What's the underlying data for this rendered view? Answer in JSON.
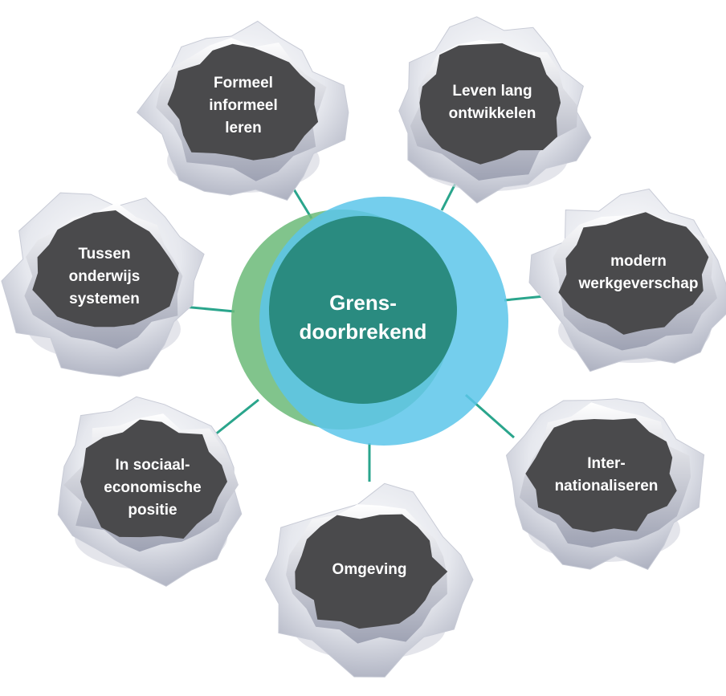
{
  "center": {
    "label": "Grens-\ndoorbrekend",
    "colors": {
      "green": "#6bba78",
      "blue": "#5cc6ea",
      "overlap": "#2a8b80"
    }
  },
  "connector_color": "#2aa58c",
  "hole_color": "#4a4a4c",
  "paper_colors": {
    "light": "#f2f3f6",
    "shade": "#b9bccb",
    "dark": "#8f93a4"
  },
  "nodes": [
    {
      "id": "formeel",
      "label": "Formeel\ninformeel\nleren"
    },
    {
      "id": "leven",
      "label": "Leven lang\nontwikkelen"
    },
    {
      "id": "modern",
      "label": "modern\nwerkgeverschap"
    },
    {
      "id": "inter",
      "label": "Inter-\nnationaliseren"
    },
    {
      "id": "omgeving",
      "label": "Omgeving"
    },
    {
      "id": "sociaal",
      "label": "In sociaal-\neconomische\npositie"
    },
    {
      "id": "tussen",
      "label": "Tussen\nonderwijs\nsystemen"
    }
  ]
}
